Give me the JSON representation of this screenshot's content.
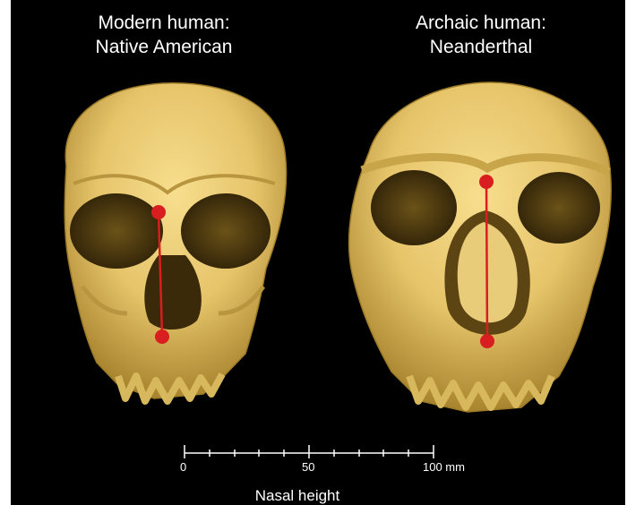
{
  "left_skull": {
    "title_line1": "Modern human:",
    "title_line2": "Native American"
  },
  "right_skull": {
    "title_line1": "Archaic human:",
    "title_line2": "Neanderthal"
  },
  "scale_bar": {
    "tick_labels": [
      "0",
      "50",
      "100 mm"
    ]
  },
  "caption": "Nasal height",
  "colors": {
    "background": "#000000",
    "bone": "#E6C46A",
    "bone_shadow": "#8A6A1E",
    "measurement": "#D81E1E",
    "text": "#FFFFFF"
  }
}
